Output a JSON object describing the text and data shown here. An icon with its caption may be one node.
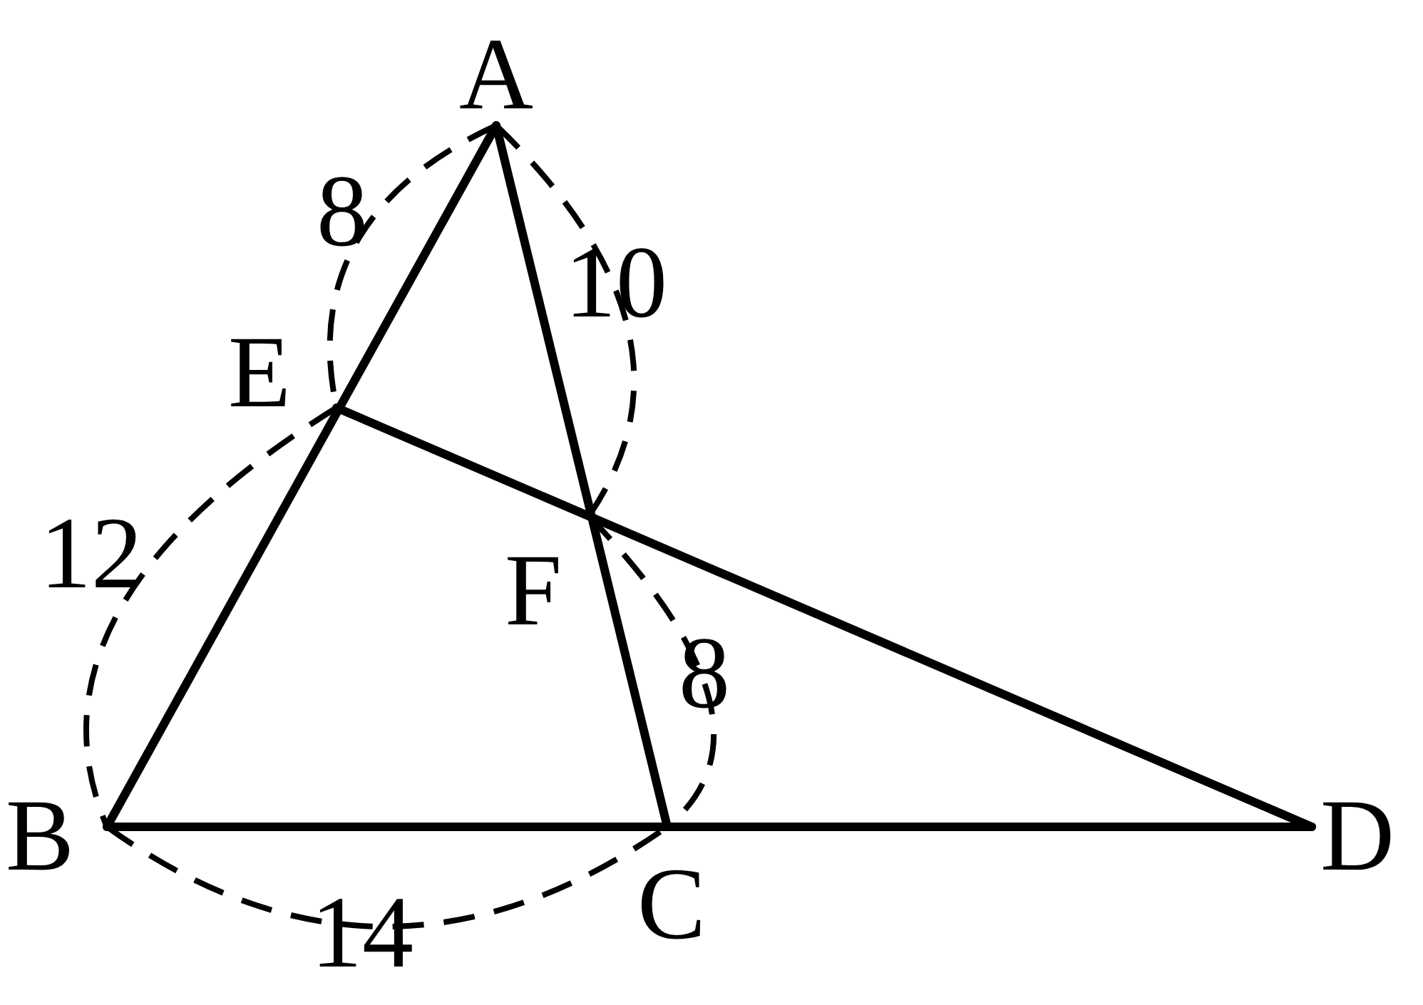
{
  "diagram": {
    "labels": [
      "A",
      "8",
      "10",
      "E",
      "12",
      "F",
      "8",
      "B",
      "D",
      "C",
      "14"
    ]
  }
}
